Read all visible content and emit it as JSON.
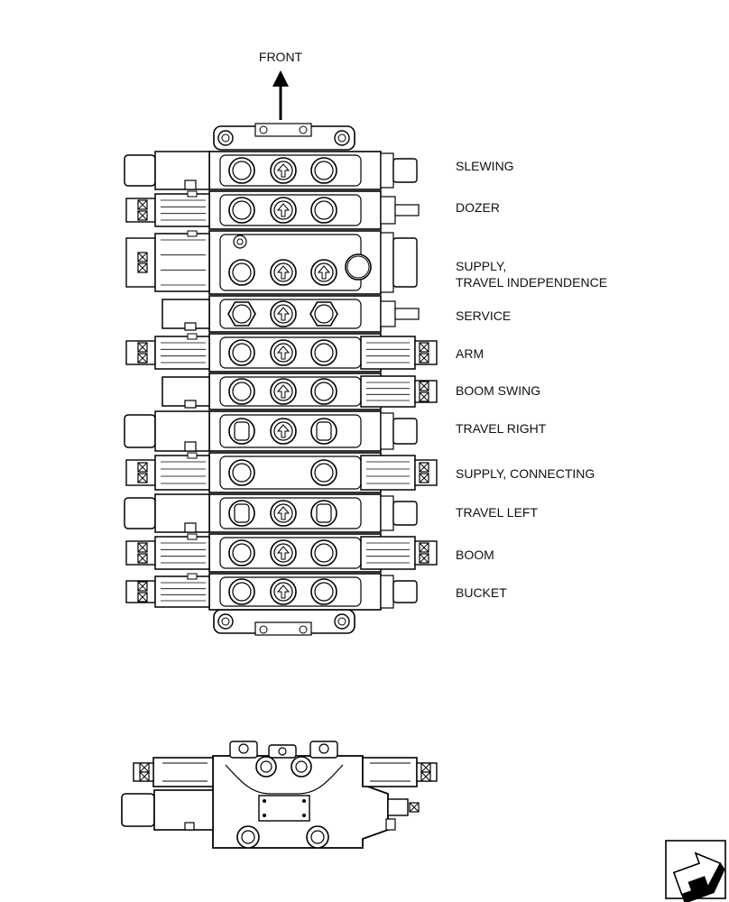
{
  "front_label": "FRONT",
  "section_labels": [
    "SLEWING",
    "DOZER",
    "SUPPLY,",
    "TRAVEL INDEPENDENCE",
    "SERVICE",
    "ARM",
    "BOOM SWING",
    "TRAVEL RIGHT",
    "SUPPLY, CONNECTING",
    "TRAVEL LEFT",
    "BOOM",
    "BUCKET"
  ],
  "nav_icon": "page-arrow-icon"
}
